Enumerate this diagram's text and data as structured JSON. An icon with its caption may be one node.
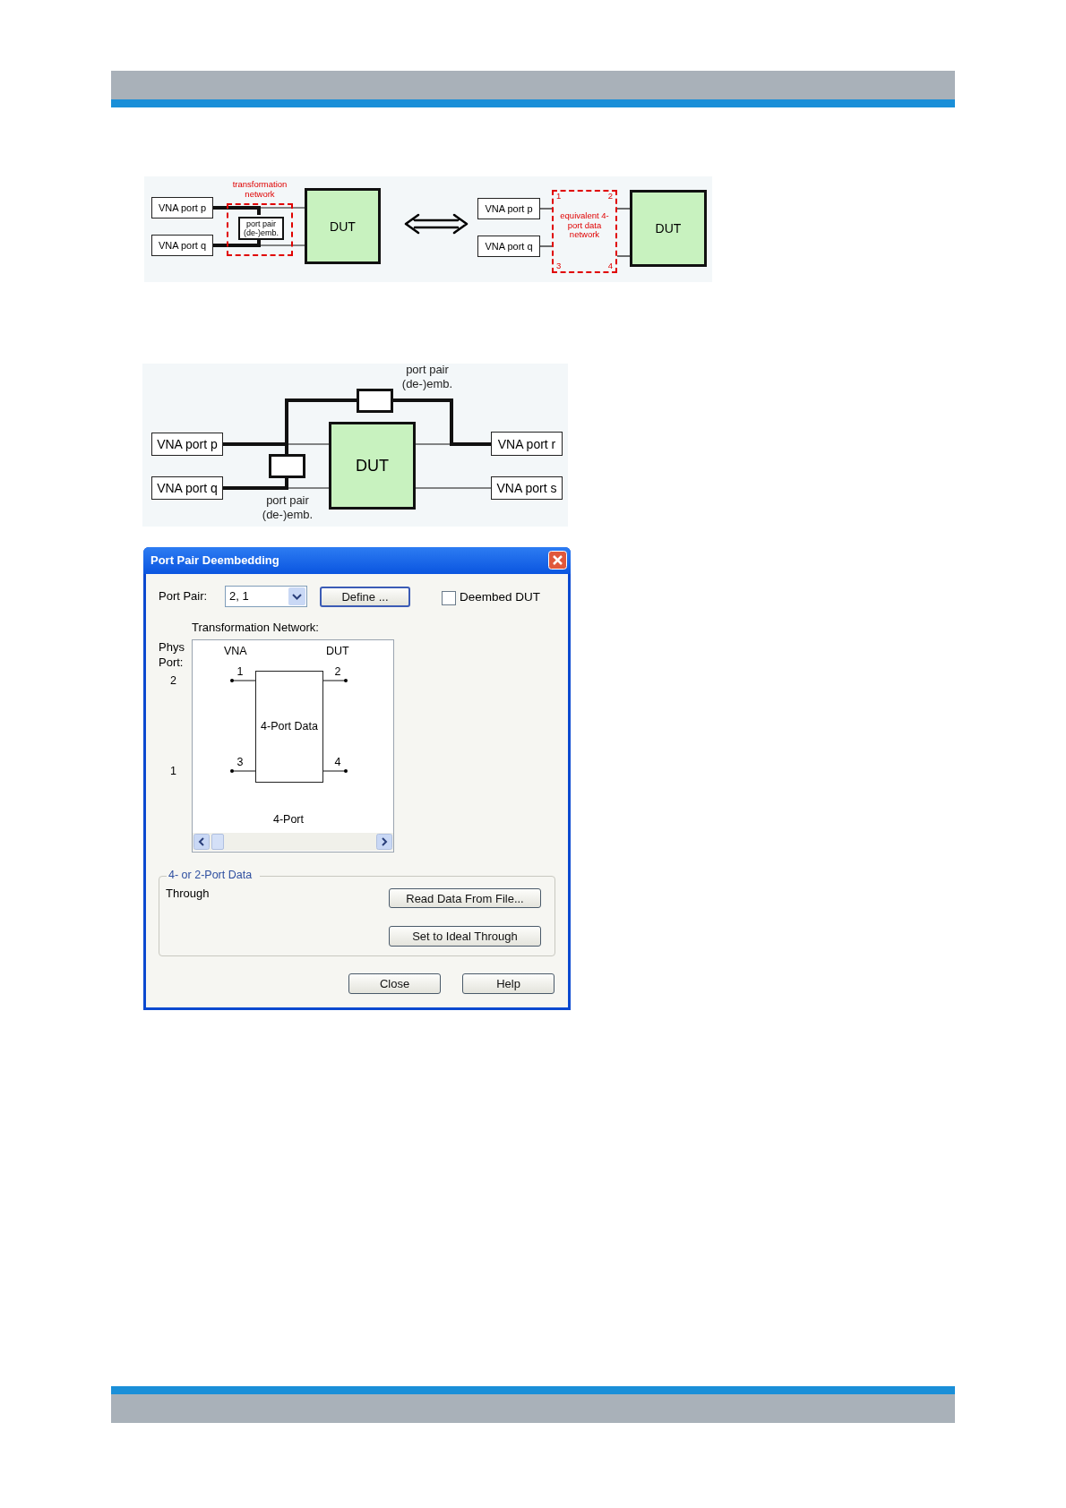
{
  "diagram": {
    "nodes": [
      {
        "text": [
          "VNA port p"
        ]
      },
      {
        "text": [
          "VNA port q"
        ]
      },
      {
        "text": [
          "transformation network"
        ]
      },
      {
        "text": [
          "port pair (de-)emb."
        ],
        "in": 2
      },
      {
        "text": [
          "DUT"
        ]
      },
      {
        "text": [
          "VNA port p"
        ]
      },
      {
        "text": [
          "VNA port q"
        ]
      },
      {
        "text": [
          "1",
          "2",
          "equivalent 4-port data network",
          "3",
          "4"
        ]
      },
      {
        "text": [
          "DUT"
        ]
      },
      {
        "text": [],
        "shape": "box",
        "beside": [
          "port pair (de-)emb."
        ]
      },
      {
        "text": [
          "VNA port p"
        ]
      },
      {
        "text": [
          "VNA port q"
        ]
      },
      {
        "text": [],
        "shape": "box",
        "beside": [
          "port pair (de-)emb."
        ]
      },
      {
        "text": [
          "DUT"
        ]
      },
      {
        "text": [
          "VNA port r"
        ]
      },
      {
        "text": [
          "VNA port s"
        ]
      },
      {
        "text": [
          "4-Port Data"
        ]
      }
    ],
    "edges": [
      {
        "from": 0,
        "to": 4,
        "arrow": "none"
      },
      {
        "from": 0,
        "to": 3,
        "arrow": "none",
        "style": "thick"
      },
      {
        "from": 3,
        "to": 1,
        "arrow": "none",
        "style": "thick"
      },
      {
        "from": 1,
        "to": 4,
        "arrow": "none"
      },
      {
        "from": 5,
        "to": 7,
        "arrow": "none"
      },
      {
        "from": 6,
        "to": 7,
        "arrow": "none"
      },
      {
        "from": 7,
        "to": 8,
        "arrow": "none"
      },
      {
        "from": 7,
        "to": 8,
        "arrow": "none"
      },
      {
        "from": 10,
        "to": 13,
        "arrow": "none"
      },
      {
        "from": 11,
        "to": 13,
        "arrow": "none"
      },
      {
        "from": 13,
        "to": 14,
        "arrow": "none"
      },
      {
        "from": 13,
        "to": 15,
        "arrow": "none"
      },
      {
        "from": 10,
        "to": 9,
        "arrow": "none",
        "style": "thick"
      },
      {
        "from": 9,
        "to": 14,
        "arrow": "none",
        "style": "thick"
      },
      {
        "from": 10,
        "to": 12,
        "arrow": "none",
        "style": "thick"
      },
      {
        "from": 12,
        "to": 11,
        "arrow": "none",
        "style": "thick"
      },
      {
        "from": null,
        "to": 16,
        "arrow": "other",
        "label": "1"
      },
      {
        "from": 16,
        "to": null,
        "arrow": "other",
        "label": "2"
      },
      {
        "from": null,
        "to": 16,
        "arrow": "other",
        "label": "3"
      },
      {
        "from": 16,
        "to": null,
        "arrow": "other",
        "label": "4"
      }
    ],
    "labels": [
      "Port Pair Deembedding",
      "Port Pair:",
      "2, 1",
      "Define ...",
      "Deembed DUT",
      "Transformation Network:",
      "Phys Port:",
      "VNA",
      "DUT",
      "2",
      "1",
      "4-Port",
      "4- or 2-Port Data",
      "Through",
      "Read Data From File...",
      "Set to Ideal Through",
      "Close",
      "Help"
    ]
  }
}
